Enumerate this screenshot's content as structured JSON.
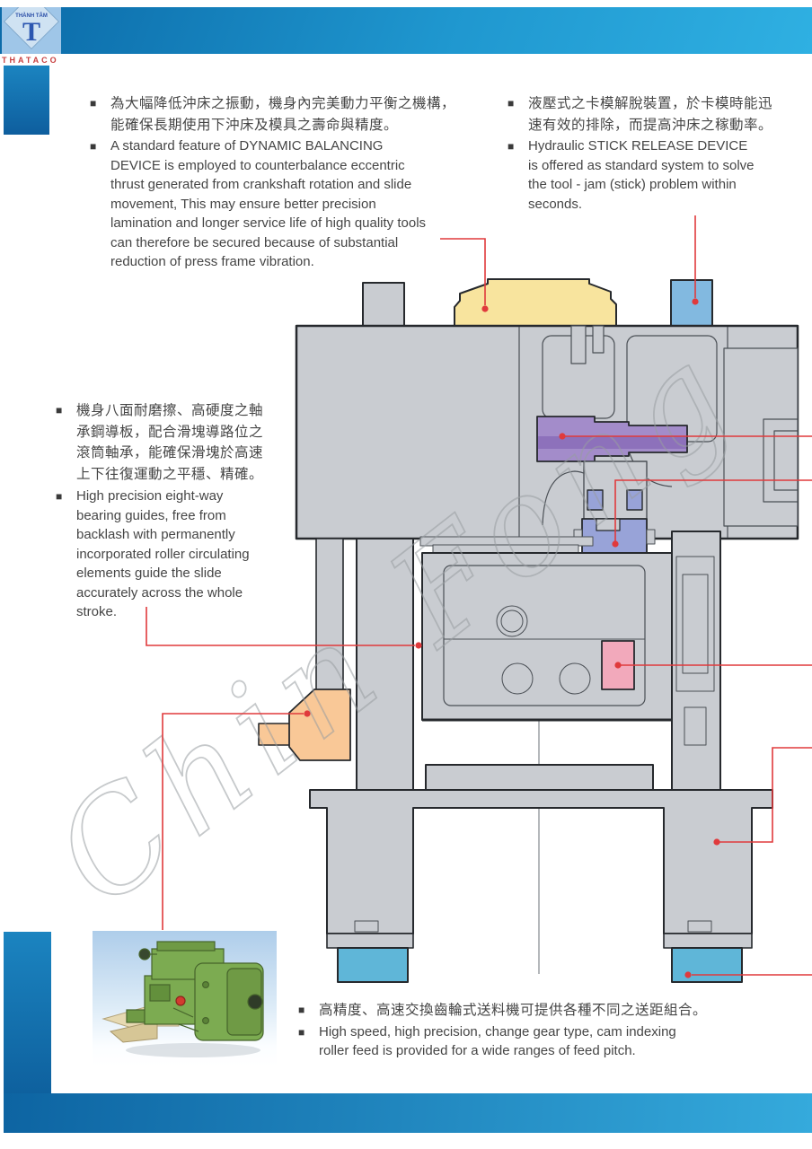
{
  "page": {
    "watermark_text": "Chin Fong"
  },
  "logo": {
    "arc_text": "THÀNH TÂM",
    "monogram": "T",
    "wordmark": "THATACO"
  },
  "ui": {
    "bullet": "■"
  },
  "sections": {
    "dynamic_balancing": {
      "zh": "為大幅降低沖床之振動，機身內完美動力平衡之機構，\n能確保長期使用下沖床及模具之壽命與精度。",
      "en": "A standard feature of DYNAMIC BALANCING\nDEVICE is employed to counterbalance eccentric\nthrust generated from crankshaft rotation and slide\nmovement, This may ensure better precision\nlamination and longer service life of high quality tools\ncan therefore be secured because of substantial\nreduction of press frame vibration."
    },
    "stick_release": {
      "zh": "液壓式之卡模解脫裝置，於卡模時能迅\n速有效的排除，而提高沖床之稼動率。",
      "en": "Hydraulic STICK RELEASE DEVICE\nis offered as standard system to solve\nthe tool - jam (stick) problem within\nseconds."
    },
    "bearing_guides": {
      "zh": "機身八面耐磨擦、高硬度之軸\n承鋼導板，配合滑塊導路位之\n滾筒軸承，能確保滑塊於高速\n上下往復運動之平穩、精確。",
      "en": "High precision eight-way\nbearing guides, free from\nbacklash with permanently\nincorporated roller circulating\nelements guide the slide\naccurately across the whole\nstroke."
    },
    "roller_feed": {
      "zh": "高精度、高速交換齒輪式送料機可提供各種不同之送距組合。",
      "en": "High speed, high precision, change gear type, cam indexing\nroller feed is provided for a wide ranges of feed pitch."
    }
  },
  "diagram": {
    "body_gray": "#c9ccd1",
    "leader_red": "#e03a3c",
    "parts": [
      {
        "name": "dynamic-balancer",
        "color": "#f8e49e"
      },
      {
        "name": "stick-release-device",
        "color": "#82b9e0"
      },
      {
        "name": "crankshaft",
        "color": "#a38cca"
      },
      {
        "name": "slide-connection",
        "color": "#98a3d8"
      },
      {
        "name": "hydraulic-release-cylinder",
        "color": "#f2a9bb"
      },
      {
        "name": "feed-mount",
        "color": "#f9c897"
      },
      {
        "name": "vibration-isolator-feet",
        "color": "#5fb6d8"
      }
    ]
  },
  "chrome": {
    "top_bar_colors": [
      "#0b6aa8",
      "#2fb0e2"
    ],
    "side_bar_colors": [
      "#1b84c0",
      "#0b5896"
    ],
    "bottom_bar_colors": [
      "#0d64a2",
      "#35aadc"
    ]
  }
}
